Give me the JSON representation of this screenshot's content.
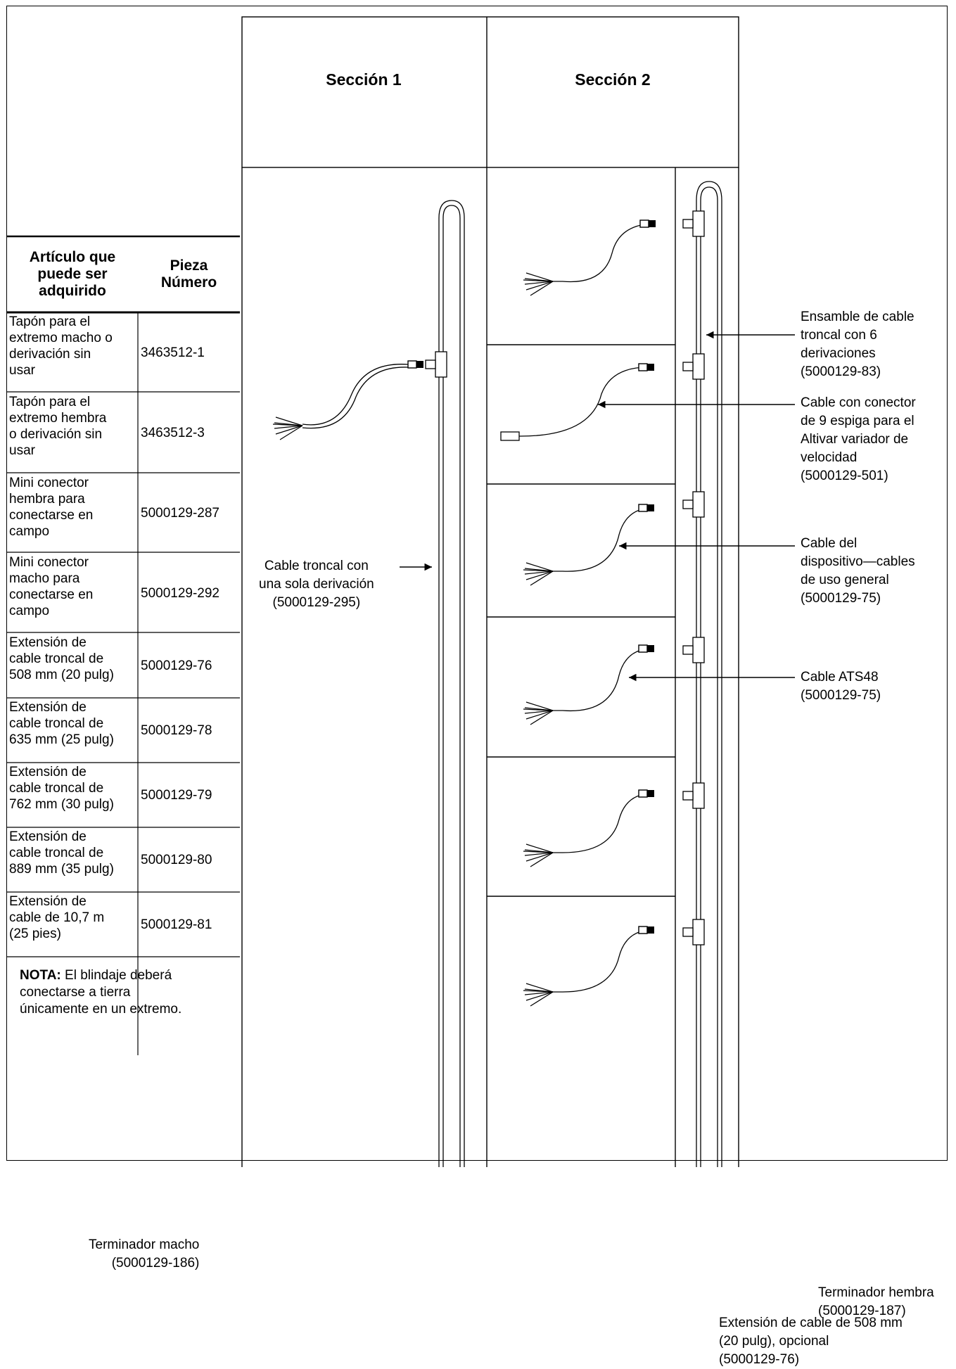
{
  "sections": [
    {
      "label": "Sección 1"
    },
    {
      "label": "Sección 2"
    }
  ],
  "parts_table": {
    "header_item": [
      "Artículo que",
      "puede ser",
      "adquirido"
    ],
    "header_part": [
      "Pieza",
      "Número"
    ],
    "rows": [
      {
        "item": [
          "Tapón para el",
          "extremo macho o",
          "derivación sin",
          "usar"
        ],
        "part": "3463512-1"
      },
      {
        "item": [
          "Tapón para el",
          "extremo hembra",
          "o derivación sin",
          "usar"
        ],
        "part": "3463512-3"
      },
      {
        "item": [
          "Mini conector",
          "hembra para",
          "conectarse en",
          "campo"
        ],
        "part": "5000129-287"
      },
      {
        "item": [
          "Mini conector",
          "macho para",
          "conectarse en",
          "campo"
        ],
        "part": "5000129-292"
      },
      {
        "item": [
          "Extensión de",
          "cable troncal de",
          "508 mm (20 pulg)"
        ],
        "part": "5000129-76"
      },
      {
        "item": [
          "Extensión de",
          "cable troncal de",
          "635 mm (25 pulg)"
        ],
        "part": "5000129-78"
      },
      {
        "item": [
          "Extensión de",
          "cable troncal de",
          "762 mm (30 pulg)"
        ],
        "part": "5000129-79"
      },
      {
        "item": [
          "Extensión de",
          "cable troncal de",
          "889 mm (35 pulg)"
        ],
        "part": "5000129-80"
      },
      {
        "item": [
          "Extensión de",
          "cable de 10,7 m",
          "(25 pies)"
        ],
        "part": "5000129-81"
      }
    ]
  },
  "note": {
    "bold": "NOTA:",
    "lines": [
      " El blindaje deberá",
      "conectarse a tierra",
      "únicamente en un extremo."
    ]
  },
  "callouts": {
    "trunk_six": [
      "Ensamble de cable",
      "troncal con 6",
      "derivaciones",
      "(5000129-83)"
    ],
    "altivar": [
      "Cable con conector",
      "de 9 espiga para el",
      "Altivar variador de",
      "velocidad",
      "(5000129-501)"
    ],
    "device": [
      "Cable del",
      "dispositivo—cables",
      "de uso general",
      "(5000129-75)"
    ],
    "ats48": [
      "Cable ATS48",
      "(5000129-75)"
    ],
    "trunk_single": [
      "Cable troncal con",
      "una sola derivación",
      "(5000129-295)"
    ],
    "male_term": [
      "Terminador macho",
      "(5000129-186)"
    ],
    "female_term": [
      "Terminador hembra",
      "(5000129-187)"
    ],
    "extension": [
      "Extensión de cable de 508 mm",
      "(20 pulg), opcional",
      "(5000129-76)"
    ]
  }
}
